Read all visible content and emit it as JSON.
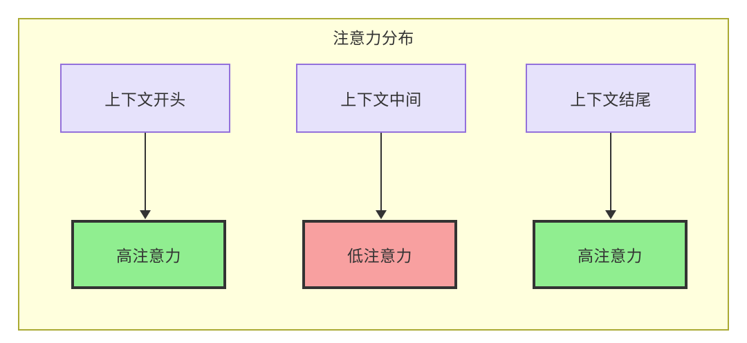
{
  "diagram": {
    "title": "注意力分布",
    "container": {
      "fill": "#ffffdd",
      "border": "#aaaa33"
    },
    "source_nodes": [
      {
        "id": "context-start",
        "label": "上下文开头",
        "fill": "#e6e2fb",
        "border": "#9370db"
      },
      {
        "id": "context-middle",
        "label": "上下文中间",
        "fill": "#e6e2fb",
        "border": "#9370db"
      },
      {
        "id": "context-end",
        "label": "上下文结尾",
        "fill": "#e6e2fb",
        "border": "#9370db"
      }
    ],
    "sink_nodes": [
      {
        "id": "high-attention-start",
        "label": "高注意力",
        "fill": "#90ee90",
        "border": "#333333"
      },
      {
        "id": "low-attention-middle",
        "label": "低注意力",
        "fill": "#f8a0a0",
        "border": "#333333"
      },
      {
        "id": "high-attention-end",
        "label": "高注意力",
        "fill": "#90ee90",
        "border": "#333333"
      }
    ],
    "edges": [
      {
        "from": "context-start",
        "to": "high-attention-start",
        "label": "",
        "marker": "arrow-down"
      },
      {
        "from": "context-middle",
        "to": "low-attention-middle",
        "label": "",
        "marker": "arrow-down"
      },
      {
        "from": "context-end",
        "to": "high-attention-end",
        "label": "",
        "marker": "arrow-down"
      }
    ],
    "text_color": "#333333"
  }
}
